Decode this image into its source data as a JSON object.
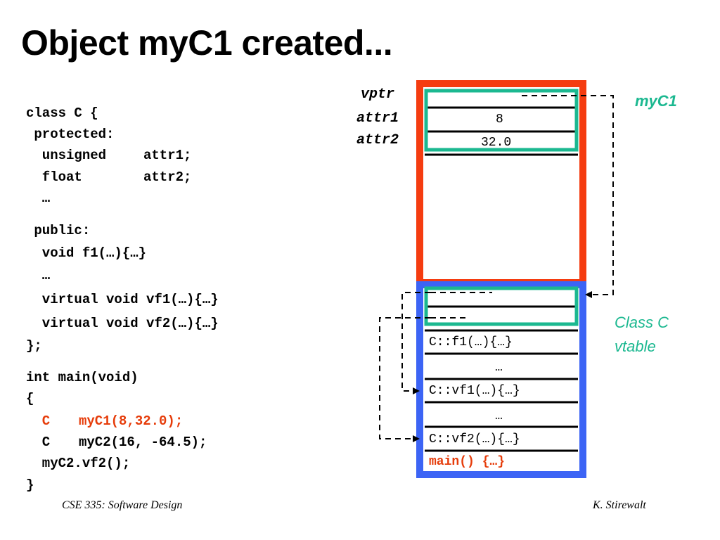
{
  "slide": {
    "title": "Object myC1 created...",
    "footer_left": "CSE 335: Software Design",
    "footer_right": "K. Stirewalt"
  },
  "code": {
    "line1": "class C {",
    "line2": " protected:",
    "line3_kw": "  unsigned",
    "line3_name": "attr1;",
    "line4_kw": "  float",
    "line4_name": "attr2;",
    "line5": "  …",
    "line6": " public:",
    "line7": "  void f1(…){…}",
    "line8": "  …",
    "line9": "  virtual void vf1(…){…}",
    "line10": "  virtual void vf2(…){…}",
    "line11": "};",
    "line12": "int main(void)",
    "line13": "{",
    "line14_type": "  C",
    "line14_call": "myC1(8,32.0);",
    "line15_type": "  C",
    "line15_call": "myC2(16, -64.5);",
    "line16": "  myC2.vf2();",
    "line17": "}"
  },
  "object_diagram": {
    "field_labels": [
      "vptr",
      "attr1",
      "attr2"
    ],
    "attr1_value": "8",
    "attr2_value": "32.0",
    "object_label": "myC1",
    "vtable_label_line1": "Class C",
    "vtable_label_line2": "vtable",
    "vtable_cells": [
      "C::f1(…){…}",
      "…",
      "C::vf1(…){…}",
      "…",
      "C::vf2(…){…}"
    ],
    "main_cell": "main() {…}"
  },
  "colors": {
    "object_border": "#f53c10",
    "vtable_border": "#3c64f5",
    "highlight_box": "#1bb890",
    "code_highlight": "#e63c0a"
  }
}
